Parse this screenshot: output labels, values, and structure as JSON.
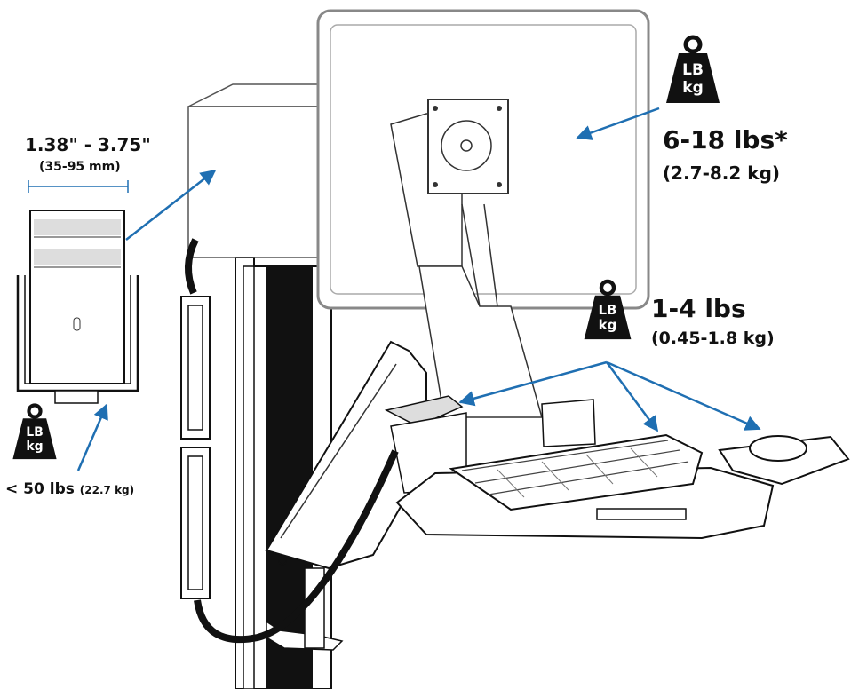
{
  "cpu_holder": {
    "width_range": "1.38\" - 3.75\"",
    "width_range_metric": "(35-95 mm)",
    "capacity_prefix": "<",
    "capacity": "50 lbs",
    "capacity_metric": "(22.7 kg)"
  },
  "monitor": {
    "capacity": "6-18 lbs*",
    "capacity_metric": "(2.7-8.2 kg)"
  },
  "keyboard_tray": {
    "capacity": "1-4 lbs",
    "capacity_metric": "(0.45-1.8 kg)"
  },
  "weight_icon": {
    "unit_top": "LB",
    "unit_bottom": "kg"
  },
  "colors": {
    "arrow": "#1f6fb2",
    "weight_icon": "#111111",
    "stand": "#111111"
  }
}
